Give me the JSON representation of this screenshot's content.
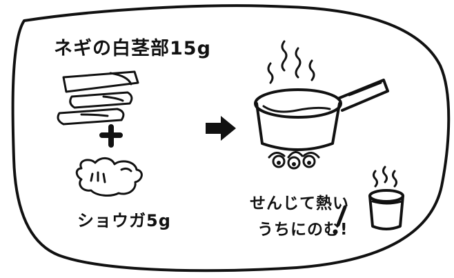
{
  "recipe": {
    "ingredient1": "ネギの白茎部15g",
    "ingredient2": "ショウガ5g",
    "instruction_line1": "せんじて熱い",
    "instruction_line2": "うちにのむ!"
  },
  "colors": {
    "ink": "#111111",
    "paper": "#ffffff"
  },
  "icons": [
    "leek-icon",
    "plus-icon",
    "ginger-icon",
    "arrow-right-icon",
    "saucepan-icon",
    "steam-icon",
    "stove-flame-icon",
    "cup-icon"
  ]
}
